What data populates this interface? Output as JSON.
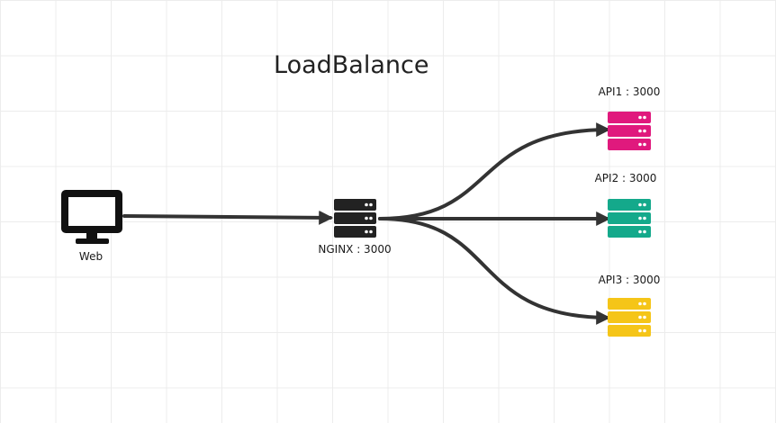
{
  "diagram": {
    "title": "LoadBalance",
    "client": {
      "label": "Web",
      "icon": "monitor-icon"
    },
    "balancer": {
      "label": "NGINX : 3000",
      "icon": "server-stack-icon",
      "color": "#222222"
    },
    "servers": [
      {
        "label": "API1 : 3000",
        "icon": "server-stack-icon",
        "color": "#E0197D"
      },
      {
        "label": "API2 : 3000",
        "icon": "server-stack-icon",
        "color": "#14A98B"
      },
      {
        "label": "API3 : 3000",
        "icon": "server-stack-icon",
        "color": "#F5C518"
      }
    ],
    "connector_color": "#333333"
  }
}
